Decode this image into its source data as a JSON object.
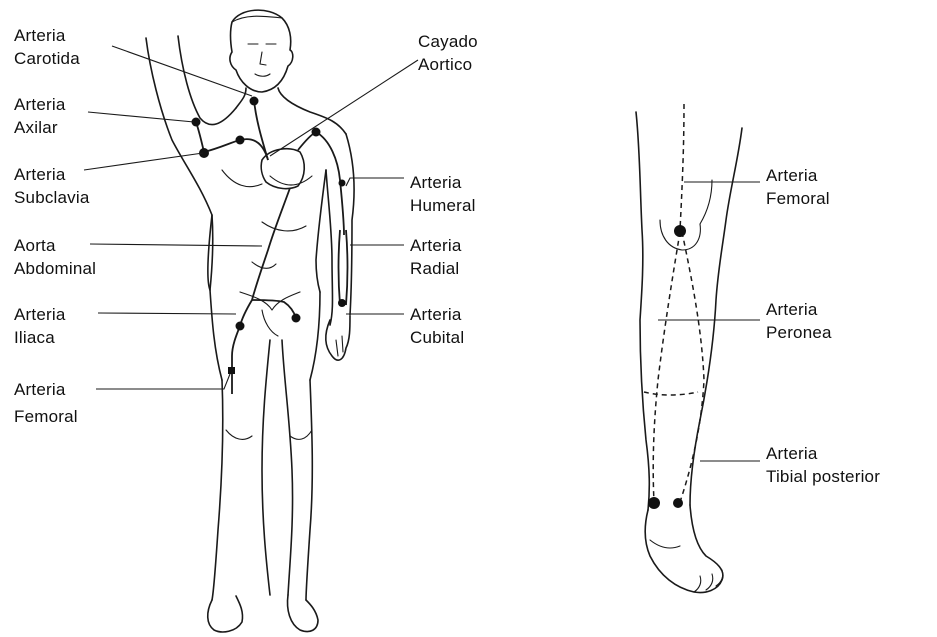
{
  "labels": {
    "carotida": [
      "Arteria",
      "Carotida"
    ],
    "axilar": [
      "Arteria",
      "Axilar"
    ],
    "subclavia": [
      "Arteria",
      "Subclavia"
    ],
    "aorta_abdominal": [
      "Aorta",
      "Abdominal"
    ],
    "iliaca": [
      "Arteria",
      "Iliaca"
    ],
    "femoral_body": [
      "Arteria",
      "Femoral"
    ],
    "cayado": [
      "Cayado",
      "Aortico"
    ],
    "humeral": [
      "Arteria",
      "Humeral"
    ],
    "radial": [
      "Arteria",
      "Radial"
    ],
    "cubital": [
      "Arteria",
      "Cubital"
    ],
    "femoral_leg": [
      "Arteria",
      "Femoral"
    ],
    "peronea": [
      "Arteria",
      "Peronea"
    ],
    "tibial_posterior": [
      "Arteria",
      "Tibial posterior"
    ]
  }
}
